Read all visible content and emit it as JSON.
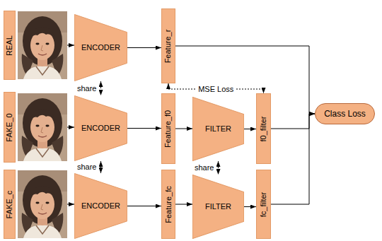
{
  "diagram": {
    "nodes": [
      {
        "text": [
          "REAL"
        ]
      },
      {
        "text": [
          "ENCODER"
        ]
      },
      {
        "text": [
          "Feature_r"
        ]
      },
      {
        "text": [
          "FAKE_0"
        ]
      },
      {
        "text": [
          "ENCODER"
        ]
      },
      {
        "text": [
          "Feature_f0"
        ]
      },
      {
        "text": [
          "FILTER"
        ]
      },
      {
        "text": [
          "f0_filter"
        ]
      },
      {
        "text": [
          "FAKE_c"
        ]
      },
      {
        "text": [
          "ENCODER"
        ]
      },
      {
        "text": [
          "Feature_fc"
        ]
      },
      {
        "text": [
          "FILTER"
        ]
      },
      {
        "text": [
          "fc_filter"
        ]
      },
      {
        "text": [
          "Class Loss"
        ]
      }
    ],
    "edges": [
      {
        "from": 0,
        "to": 1,
        "arrow": "to"
      },
      {
        "from": 1,
        "to": 2,
        "arrow": "to"
      },
      {
        "from": 3,
        "to": 4,
        "arrow": "to"
      },
      {
        "from": 4,
        "to": 5,
        "arrow": "to"
      },
      {
        "from": 5,
        "to": 6,
        "arrow": "to"
      },
      {
        "from": 6,
        "to": 7,
        "arrow": "to"
      },
      {
        "from": 8,
        "to": 9,
        "arrow": "to"
      },
      {
        "from": 9,
        "to": 10,
        "arrow": "to"
      },
      {
        "from": 10,
        "to": 11,
        "arrow": "to"
      },
      {
        "from": 11,
        "to": 12,
        "arrow": "to"
      },
      {
        "from": 1,
        "to": 4,
        "label": "share",
        "arrow": "both"
      },
      {
        "from": 4,
        "to": 9,
        "label": "share",
        "arrow": "both"
      },
      {
        "from": 6,
        "to": 11,
        "label": "share",
        "arrow": "both"
      },
      {
        "from": 2,
        "to": 7,
        "label": "MSE Loss",
        "arrow": "both"
      },
      {
        "from": 2,
        "to": 13,
        "arrow": "to"
      },
      {
        "from": 7,
        "to": 13,
        "arrow": "to"
      },
      {
        "from": 12,
        "to": 13,
        "arrow": "to"
      }
    ]
  }
}
